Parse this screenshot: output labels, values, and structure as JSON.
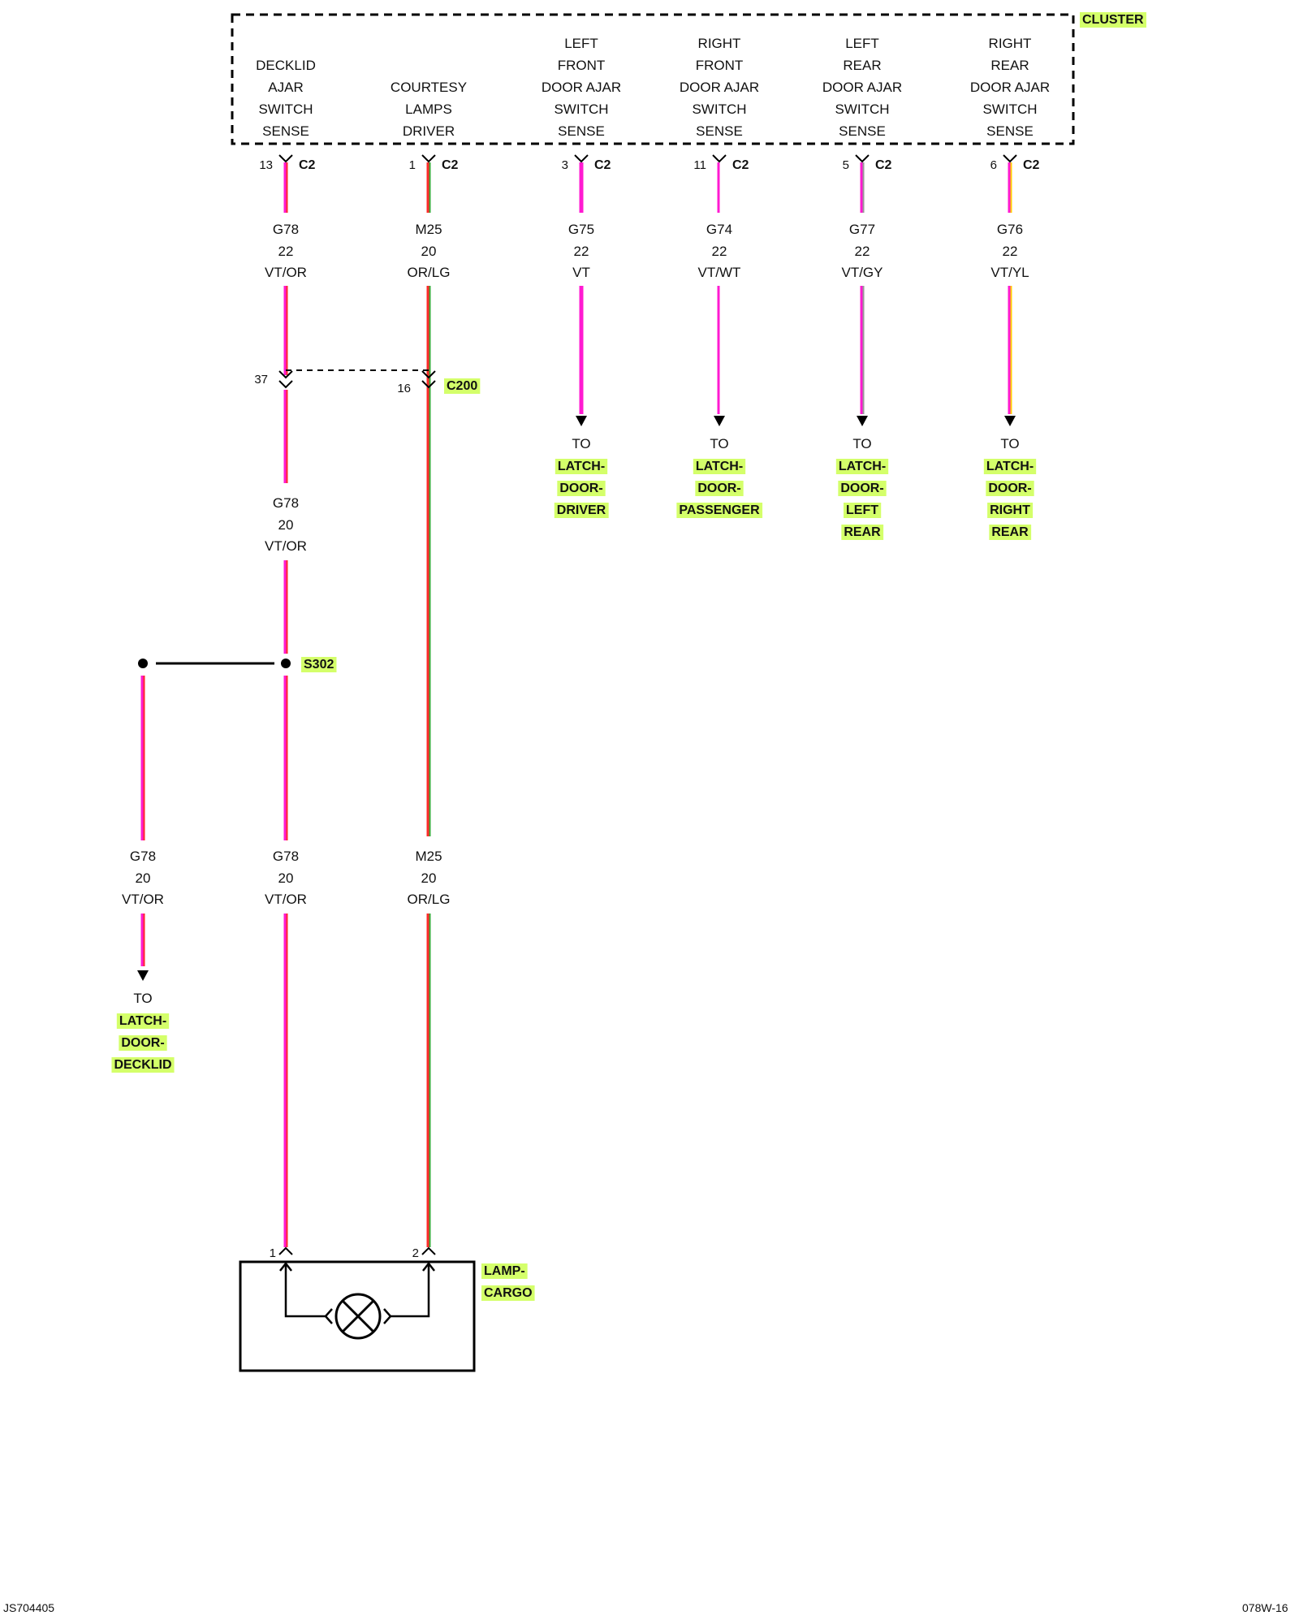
{
  "colors": {
    "violet": "#ff1ad1",
    "orange": "#ff2a2a",
    "light_green": "#3aa83a",
    "white": "#ffffff",
    "gray": "#9a9a9a",
    "yellow": "#ffd000",
    "highlight": "#d4ff6a",
    "line": "#000000"
  },
  "module": {
    "name": "CLUSTER",
    "pins": [
      {
        "label": [
          "DECKLID",
          "AJAR",
          "SWITCH",
          "SENSE"
        ],
        "cavity": "13",
        "connector": "C2",
        "circuit": "G78",
        "gauge": "22",
        "color": "VT/OR",
        "colors": [
          "violet",
          "orange"
        ]
      },
      {
        "label": [
          "COURTESY",
          "LAMPS",
          "DRIVER"
        ],
        "cavity": "1",
        "connector": "C2",
        "circuit": "M25",
        "gauge": "20",
        "color": "OR/LG",
        "colors": [
          "orange",
          "light_green"
        ]
      },
      {
        "label": [
          "LEFT",
          "FRONT",
          "DOOR AJAR",
          "SWITCH",
          "SENSE"
        ],
        "cavity": "3",
        "connector": "C2",
        "circuit": "G75",
        "gauge": "22",
        "color": "VT",
        "colors": [
          "violet"
        ],
        "to": [
          "LATCH-",
          "DOOR-",
          "DRIVER"
        ]
      },
      {
        "label": [
          "RIGHT",
          "FRONT",
          "DOOR AJAR",
          "SWITCH",
          "SENSE"
        ],
        "cavity": "11",
        "connector": "C2",
        "circuit": "G74",
        "gauge": "22",
        "color": "VT/WT",
        "colors": [
          "violet",
          "white"
        ],
        "to": [
          "LATCH-",
          "DOOR-",
          "PASSENGER"
        ]
      },
      {
        "label": [
          "LEFT",
          "REAR",
          "DOOR AJAR",
          "SWITCH",
          "SENSE"
        ],
        "cavity": "5",
        "connector": "C2",
        "circuit": "G77",
        "gauge": "22",
        "color": "VT/GY",
        "colors": [
          "violet",
          "gray"
        ],
        "to": [
          "LATCH-",
          "DOOR-",
          "LEFT",
          "REAR"
        ]
      },
      {
        "label": [
          "RIGHT",
          "REAR",
          "DOOR AJAR",
          "SWITCH",
          "SENSE"
        ],
        "cavity": "6",
        "connector": "C2",
        "circuit": "G76",
        "gauge": "22",
        "color": "VT/YL",
        "colors": [
          "violet",
          "yellow"
        ],
        "to": [
          "LATCH-",
          "DOOR-",
          "RIGHT",
          "REAR"
        ]
      }
    ]
  },
  "inline_connector": {
    "name": "C200",
    "cavities": [
      "37",
      "16"
    ]
  },
  "after_c200": {
    "circuit": "G78",
    "gauge": "20",
    "color": "VT/OR"
  },
  "splice": {
    "name": "S302"
  },
  "branch_decklid": {
    "circuit": "G78",
    "gauge": "20",
    "color": "VT/OR",
    "to": [
      "LATCH-",
      "DOOR-",
      "DECKLID"
    ]
  },
  "lamp_feed": [
    {
      "circuit": "G78",
      "gauge": "20",
      "color": "VT/OR"
    },
    {
      "circuit": "M25",
      "gauge": "20",
      "color": "OR/LG"
    }
  ],
  "lamp": {
    "name": [
      "LAMP-",
      "CARGO"
    ],
    "pins": [
      "1",
      "2"
    ]
  },
  "to_word": "TO",
  "footer": {
    "left": "JS704405",
    "right": "078W-16"
  }
}
